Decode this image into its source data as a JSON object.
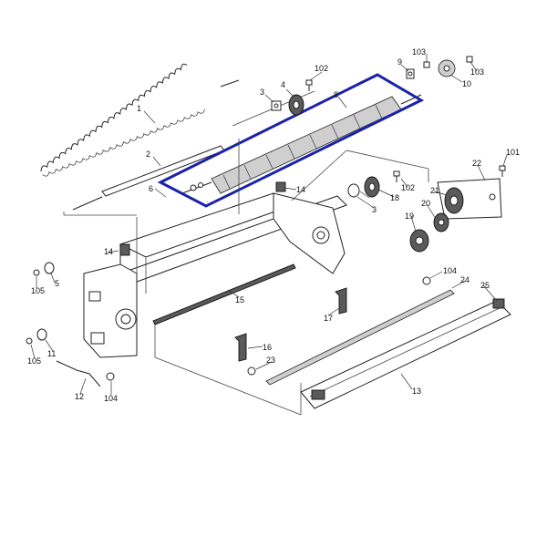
{
  "diagram": {
    "highlight_color": "#1a23a8",
    "callouts": {
      "c1": "1",
      "c2": "2",
      "c3a": "3",
      "c3b": "3",
      "c4": "4",
      "c5": "5",
      "c6": "6",
      "c8": "8",
      "c9": "9",
      "c10": "10",
      "c11": "11",
      "c12": "12",
      "c13": "13",
      "c14a": "14",
      "c14b": "14",
      "c15": "15",
      "c16": "16",
      "c17": "17",
      "c18": "18",
      "c19": "19",
      "c20": "20",
      "c21": "21",
      "c22": "22",
      "c23": "23",
      "c24": "24",
      "c25": "25",
      "c101": "101",
      "c102a": "102",
      "c102b": "102",
      "c103a": "103",
      "c103b": "103",
      "c104a": "104",
      "c104b": "104",
      "c105a": "105",
      "c105b": "105"
    }
  }
}
